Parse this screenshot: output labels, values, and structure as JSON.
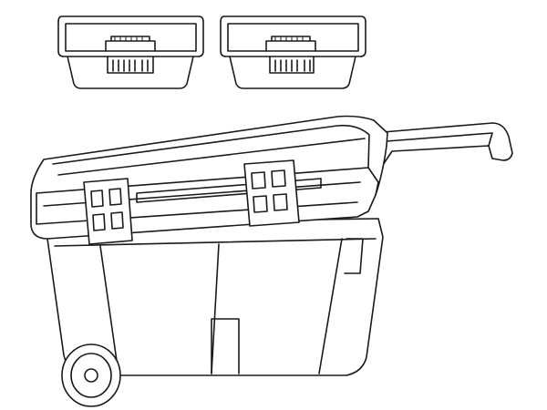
{
  "colors": {
    "stroke": "#1a1a1a",
    "background": "#ffffff"
  },
  "illustration": {
    "trays_count": 2,
    "latches_count": 2,
    "wheels_visible": 1
  }
}
